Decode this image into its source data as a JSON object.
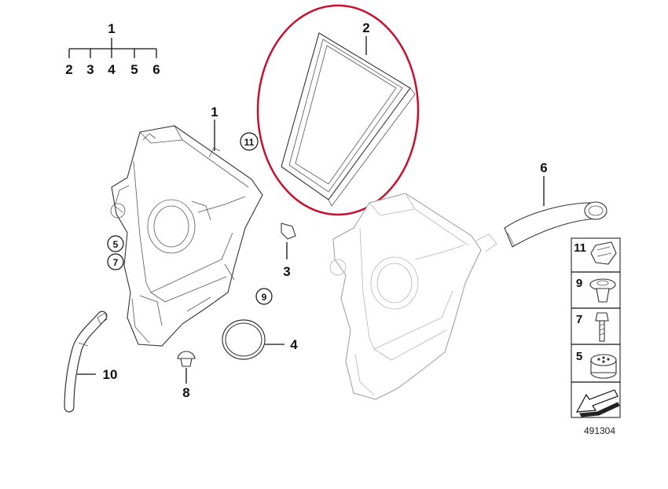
{
  "labels": {
    "tree_top": "1",
    "tree_children": [
      "2",
      "3",
      "4",
      "5",
      "6"
    ],
    "housing": "1",
    "filter": "2",
    "clip": "3",
    "seal": "4",
    "grommet_5": "5",
    "bolt_7": "7",
    "duct": "6",
    "nut_9": "9",
    "hose": "10",
    "cap_8": "8",
    "circled_11": "11"
  },
  "panel": [
    "11",
    "9",
    "7",
    "5"
  ],
  "reference_number": "491304",
  "colors": {
    "highlight": "#c8102e",
    "line": "#111111",
    "ghost": "#9a9a9a"
  },
  "icons": {
    "panel_bottom": "arrow-down-left-icon"
  }
}
